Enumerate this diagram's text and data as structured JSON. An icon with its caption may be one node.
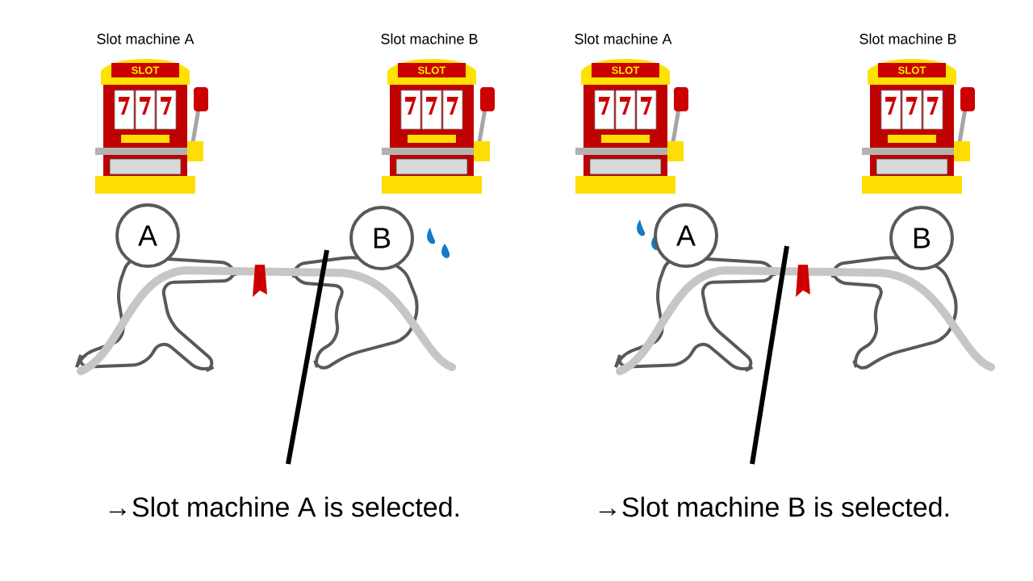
{
  "diagram": {
    "nodes": [
      {
        "text": [
          "A"
        ]
      },
      {
        "text": [
          "B"
        ]
      },
      {
        "text": [
          "A"
        ]
      },
      {
        "text": [
          "B"
        ]
      }
    ],
    "labels": [
      "Slot machine A",
      "Slot machine B",
      "Slot machine A",
      "Slot machine B",
      "SLOT",
      "SLOT",
      "SLOT",
      "SLOT",
      "→Slot machine A is selected.",
      "→Slot machine B is selected."
    ]
  }
}
